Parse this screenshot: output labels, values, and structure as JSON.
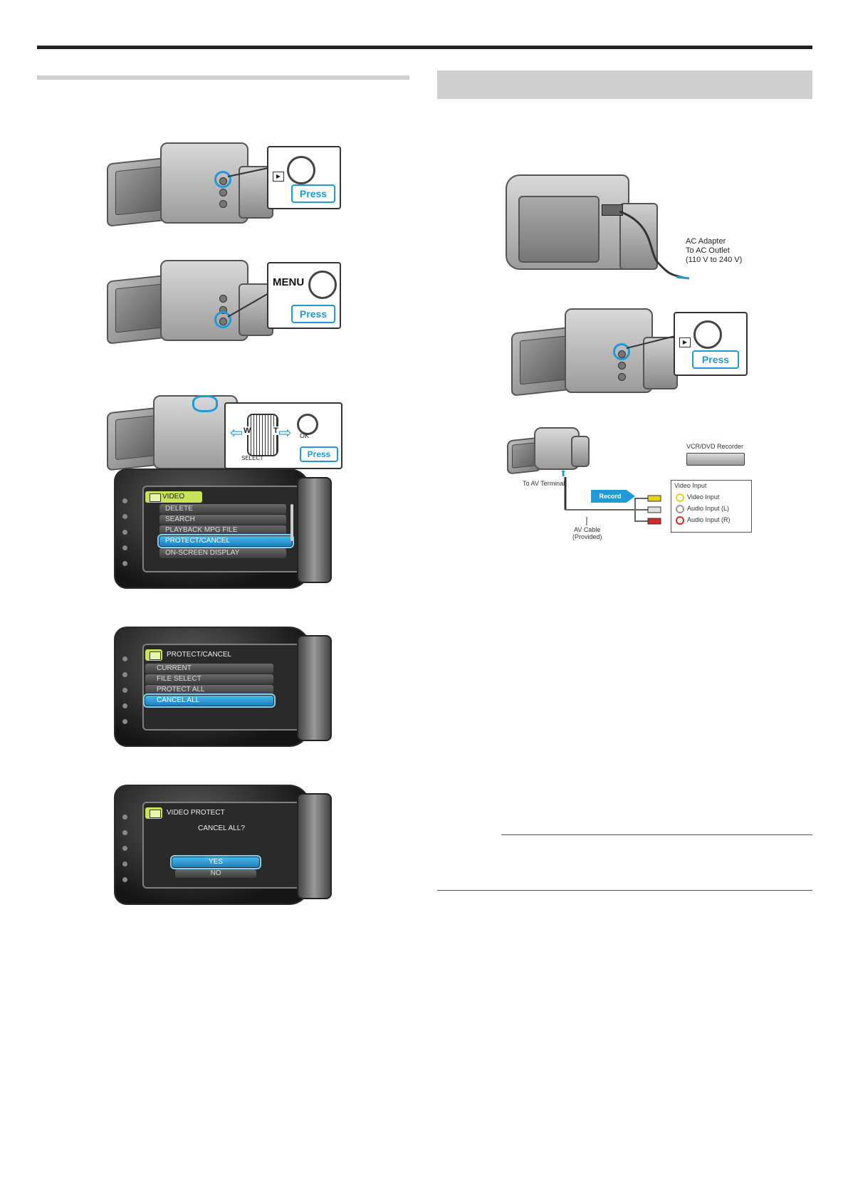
{
  "callouts": {
    "press": "Press",
    "menu": "MENU",
    "ok": "OK",
    "select": "SELECT",
    "w": "W",
    "t": "T",
    "play_symbol": "▶"
  },
  "screens": {
    "menu_list": {
      "tag": "VIDEO",
      "items": [
        "DELETE",
        "SEARCH",
        "PLAYBACK MPG FILE",
        "PROTECT/CANCEL",
        "ON-SCREEN DISPLAY"
      ],
      "selected_index": 3
    },
    "protect_cancel": {
      "title": "PROTECT/CANCEL",
      "items": [
        "CURRENT",
        "FILE SELECT",
        "PROTECT ALL",
        "CANCEL ALL"
      ],
      "selected_index": 3
    },
    "confirm": {
      "title": "VIDEO PROTECT",
      "question": "CANCEL ALL?",
      "yes": "YES",
      "no": "NO"
    }
  },
  "ac_adapter": {
    "line1": "AC Adapter",
    "line2": "To AC Outlet",
    "line3": "(110 V to 240 V)"
  },
  "dubbing": {
    "recorder": "VCR/DVD Recorder",
    "to_av": "To AV Terminal",
    "record": "Record",
    "cable_line1": "AV Cable",
    "cable_line2": "(Provided)",
    "video_input_header": "Video Input",
    "inputs": [
      "Video Input",
      "Audio Input (L)",
      "Audio Input (R)"
    ],
    "input_colors": [
      "#e8d21a",
      "#e0e0e0",
      "#d42a2a"
    ]
  }
}
